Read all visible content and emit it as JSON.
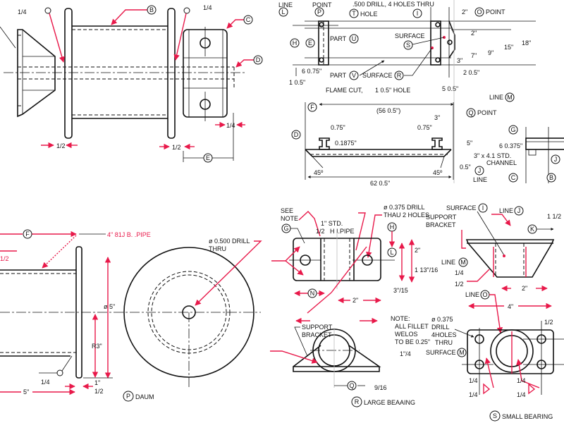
{
  "accent_color": "#e8194a",
  "pulley_view": {
    "bubbles": [
      "B",
      "C",
      "D",
      "E"
    ],
    "fractions": [
      "1/4",
      "1/4",
      "1/2",
      "1/2",
      "1/4"
    ]
  },
  "beam_view": {
    "line_L": "LINE",
    "bubble_L": "L",
    "point_P": "POINT",
    "bubble_P": "P",
    "drill_note": ".500 DRILL, 4 HOLES THRU",
    "bubble_T": "T",
    "hole_T": "HOLE",
    "bubble_I": "I",
    "dim_2a": "2\"",
    "bubble_O": "O",
    "point_O": "POINT",
    "bubble_H": "H",
    "bubble_E": "E",
    "part_U": "PART",
    "bubble_U": "U",
    "surface_S": "SURFACE",
    "bubble_S": "S",
    "dim_2b": "2\"",
    "dim_15": "15\"",
    "dim_18": "18\"",
    "dim_7": "7\"",
    "dim_9": "9\"",
    "dim_3": "3\"",
    "dim_6075": "6 0.75\"",
    "dim_105": "1 0.5\"",
    "part_V": "PART",
    "bubble_V": "V",
    "surface_R": "SURFACE",
    "bubble_R": "R",
    "dim_205": "2 0.5\"",
    "dim_505": "5 0.5\"",
    "flame_cut": "FLAME CUT,",
    "hole_105": "1 0.5\" HOLE",
    "line_M": "LINE",
    "bubble_M": "M",
    "bubble_F": "F",
    "dim_565": "(56 0.5\")",
    "bubble_Q": "Q",
    "point_Q": "POINT",
    "dim_3b": "3\"",
    "dim_075a": "0.75\"",
    "dim_075b": "0.75\"",
    "bubble_D": "D",
    "dim_01875": "0.1875\"",
    "dim_5": "5\"",
    "bubble_G": "G",
    "dim_60375": "6 0.375\"",
    "channel": "3\" x 4.1 STD.",
    "channel2": "CHANNEL",
    "dim_05": "0.5\"",
    "bubble_J": "J",
    "line_J": "LINE",
    "bubble_J2": "J",
    "angle_a": "45º",
    "angle_b": "45º",
    "dim_625": "62 0.5\"",
    "bubble_C": "C",
    "bubble_B": "B"
  },
  "pipe_view": {
    "bubble_F": "F",
    "pipe_note": "4\" 81J B. .PIPE",
    "fraction_half": "1/2",
    "drill_note": "ø 0.500 DRILL",
    "drill_note2": "THRU",
    "dia": "ø 5\"",
    "radius": "R3\"",
    "fraction_quarter": "1/4",
    "dim_1": "1\"",
    "dim_half": "1/2",
    "dim_5": "5\"",
    "bubble_P": "P",
    "title": "DAUM"
  },
  "large_bearing": {
    "see_note": "SEE",
    "see_note2": "NOTE",
    "bubble_G": "G",
    "pipe": "1\" STD.",
    "pipe_frac": "1/2",
    "pipe2": "H I.PIPE",
    "drill": "ø 0.375 DRILL",
    "drill2": "THAU 2 HOLES",
    "bubble_H": "H",
    "bubble_L": "L",
    "dim_13_16": "1 13\"/16",
    "dim_2": "2\"",
    "bubble_N": "N",
    "dim_2b": "2\"",
    "dim_3_15": "3\"/15",
    "note": "NOTE:",
    "note2": "ALL FILLET",
    "note3": "WELOS",
    "note4": "TO BE 0.25\"",
    "bracket": "SUPPORT",
    "bracket2": "BRACKET",
    "dim_1_4": "1\"/4",
    "bubble_Q": "Q",
    "dim_9_16": "9/16",
    "bubble_R": "R",
    "title": "LARGE BEAAING"
  },
  "small_bearing": {
    "surface": "SURFACE",
    "bubble_I": "I",
    "line_J": "LINE",
    "bubble_J": "J",
    "bracket": "SUPPORT",
    "bracket2": "BRACKET",
    "dim_1_12": "1 1/2",
    "bubble_K": "K",
    "line_M": "LINE",
    "bubble_M": "M",
    "frac_a": "1/4",
    "frac_b": "1/2",
    "dim_2": "2\"",
    "line_O": "LINE",
    "bubble_O": "O",
    "dim_4": "4\"",
    "frac_c": "1/2",
    "drill": "ø 0.375",
    "drill2": "DRILL",
    "drill3": "4HOLES",
    "drill4": "THRU",
    "surface_M": "SURFACE",
    "bubble_M2": "M",
    "frac_d": "1/4",
    "frac_e": "1/4",
    "frac_f": "1/4",
    "frac_g": "1/4",
    "bubble_S": "S",
    "title": "SMALL BEARING"
  }
}
